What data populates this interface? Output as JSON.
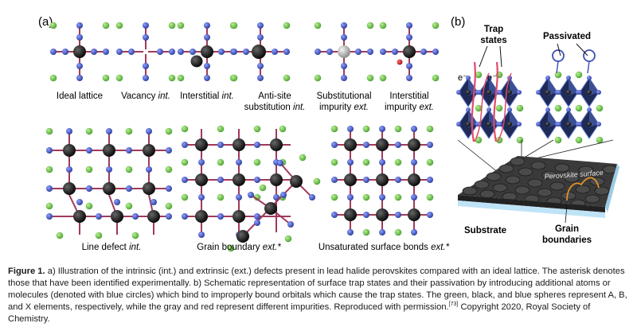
{
  "panel_a": {
    "label": "(a)",
    "top_labels": [
      {
        "main": "Ideal lattice",
        "tag": ""
      },
      {
        "main": "Vacancy ",
        "tag": "int."
      },
      {
        "main": "Interstitial ",
        "tag": "int."
      },
      {
        "main": "Anti-site",
        "main2": "substitution ",
        "tag": "int."
      },
      {
        "main": "Substitutional",
        "main2": "impurity ",
        "tag": "ext."
      },
      {
        "main": "Interstitial",
        "main2": "impurity ",
        "tag": "ext."
      }
    ],
    "bottom_labels": [
      {
        "main": "Line defect ",
        "tag": "int."
      },
      {
        "main": "Grain boundary ",
        "tag": "ext.*"
      },
      {
        "main": "Unsaturated surface bonds ",
        "tag": "ext.*"
      }
    ]
  },
  "panel_b": {
    "label": "(b)",
    "trap_states": [
      "Trap",
      "states"
    ],
    "passivated": "Passivated",
    "electron": "e⁻",
    "perovskite_surface": "Perovskite surface",
    "substrate": "Substrate",
    "grain_boundaries": [
      "Grain",
      "boundaries"
    ]
  },
  "caption": {
    "fig_label": "Figure 1.",
    "text_1": " a) Illustration of the intrinsic (int.) and extrinsic (ext.) defects present in lead halide perovskites compared with an ideal lattice. The asterisk denotes those that have been identified experimentally. b) Schematic representation of surface trap states and their passivation by introducing additional atoms or molecules (denoted with blue circles) which bind to improperly bound orbitals which cause the trap states. The green, black, and blue spheres represent A, B, and X elements, respectively, while the gray and red represent different impurities. Reproduced with permission.",
    "ref": "[73]",
    "text_2": " Copyright 2020, Royal Society of Chemistry."
  },
  "colors": {
    "A_green": "#6cc04a",
    "B_black": "#111111",
    "X_blue": "#3b4fb8",
    "bond": "#a03a5a",
    "impurity_gray": "#aaaaaa",
    "impurity_red": "#c0202a"
  }
}
